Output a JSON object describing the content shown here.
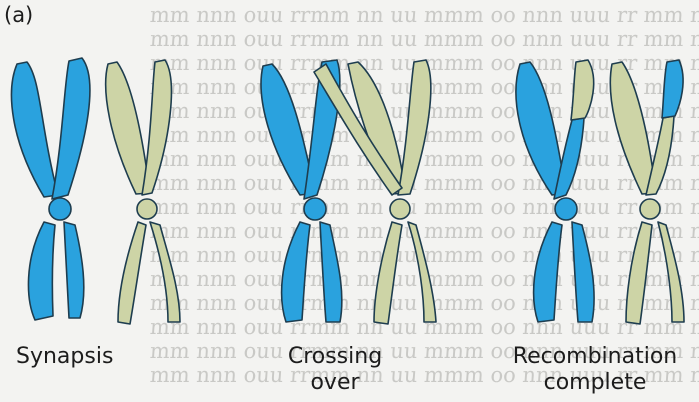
{
  "figure": {
    "panel_letter": "(a)",
    "stages": [
      {
        "label_lines": [
          "Synapsis"
        ]
      },
      {
        "label_lines": [
          "Crossing",
          "over"
        ]
      },
      {
        "label_lines": [
          "Recombination",
          "complete"
        ]
      }
    ],
    "colors": {
      "blue_chromosome": "#2aa2de",
      "green_chromosome": "#cdd4a6",
      "outline": "#1e3d4f",
      "background": "#f3f3f1"
    }
  }
}
